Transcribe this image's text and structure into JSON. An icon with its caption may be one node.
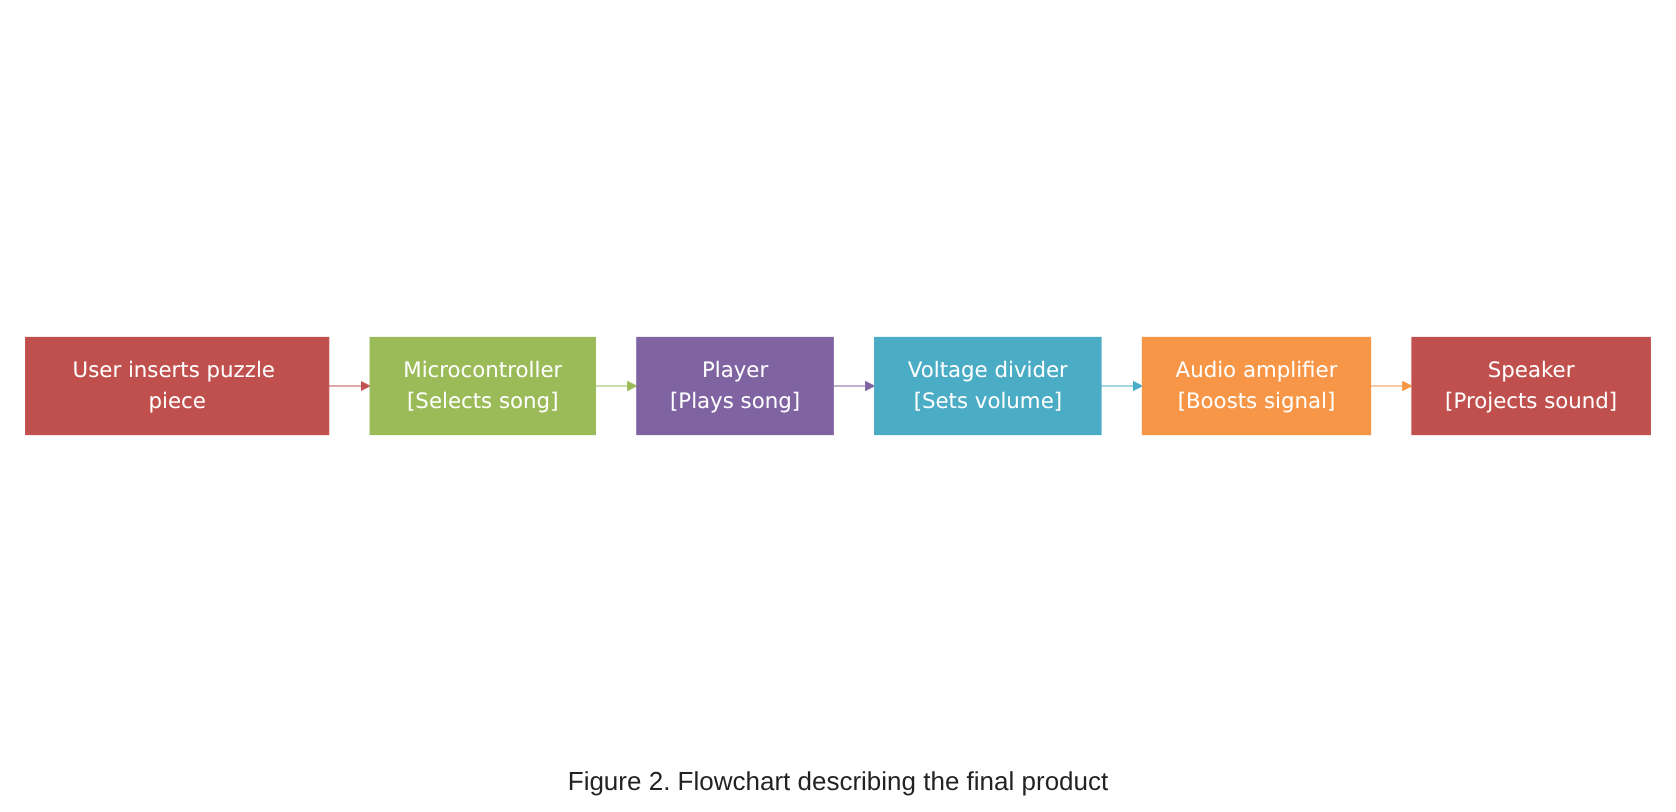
{
  "diagram": {
    "caption": "Figure 2. Flowchart describing the final product",
    "nodes": [
      {
        "text": [
          "User inserts puzzle piece"
        ]
      },
      {
        "text": [
          "Microcontroller",
          "[Selects song]"
        ]
      },
      {
        "text": [
          "Player",
          "[Plays song]"
        ]
      },
      {
        "text": [
          "Voltage divider",
          "[Sets volume]"
        ]
      },
      {
        "text": [
          "Audio amplifier",
          "[Boosts signal]"
        ]
      },
      {
        "text": [
          "Speaker",
          "[Projects sound]"
        ]
      }
    ],
    "edges": [
      {
        "from": 0,
        "to": 1,
        "arrow": "to",
        "color": "#c0504d"
      },
      {
        "from": 1,
        "to": 2,
        "arrow": "to",
        "color": "#9bbb59"
      },
      {
        "from": 2,
        "to": 3,
        "arrow": "to",
        "color": "#8064a2"
      },
      {
        "from": 3,
        "to": 4,
        "arrow": "to",
        "color": "#4bacc6"
      },
      {
        "from": 4,
        "to": 5,
        "arrow": "to",
        "color": "#f79646"
      }
    ]
  }
}
